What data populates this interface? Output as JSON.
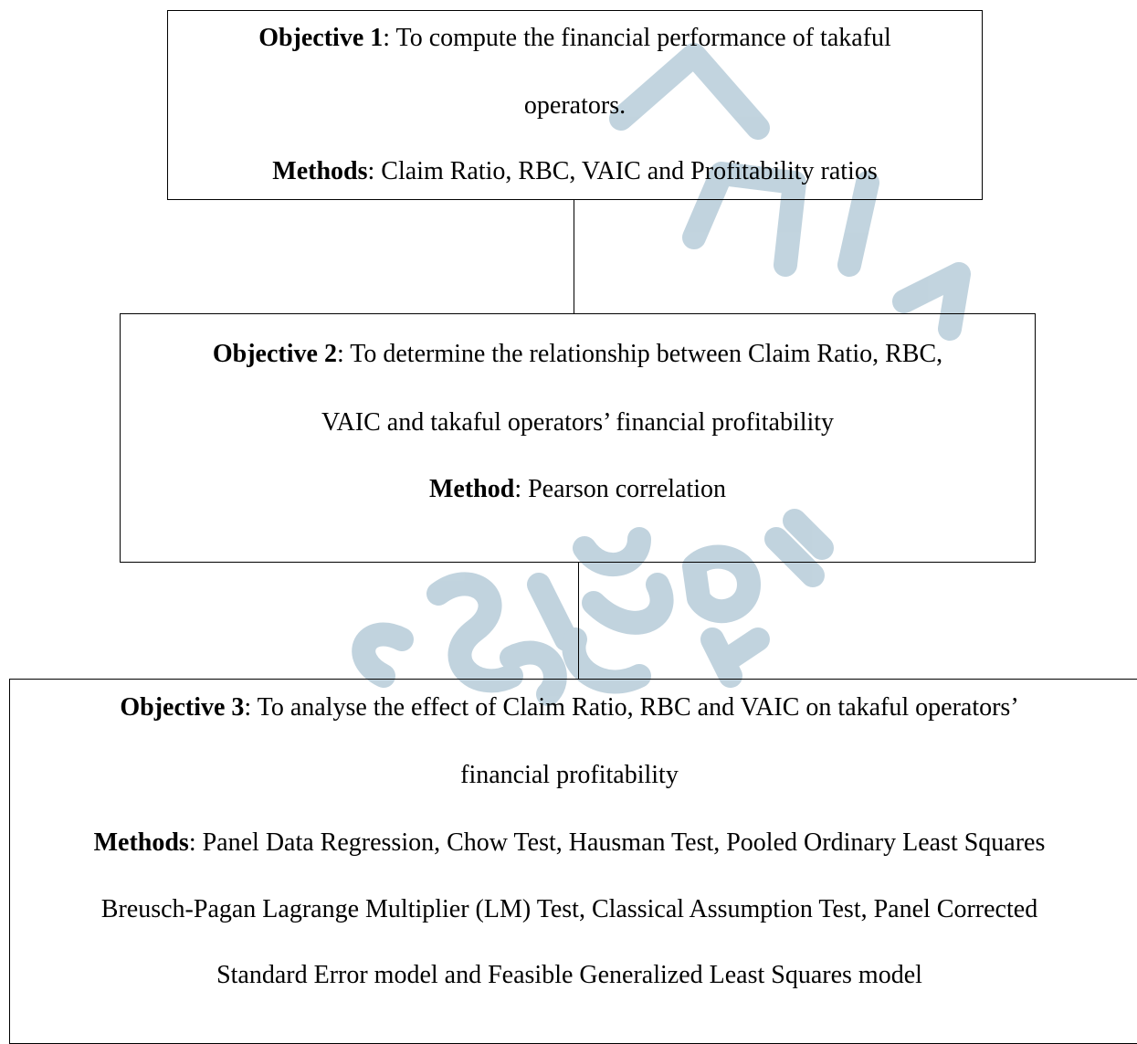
{
  "watermark_color": "#8fb0c4",
  "objective1": {
    "heading": "Objective 1",
    "text_line1": ": To compute the financial performance of takaful",
    "text_line2": "operators.",
    "methods_label": "Methods",
    "methods_text": ": Claim Ratio, RBC, VAIC and Profitability ratios"
  },
  "objective2": {
    "heading": "Objective 2",
    "text_line1": ": To determine the relationship between Claim Ratio, RBC,",
    "text_line2": "VAIC and takaful operators’ financial profitability",
    "methods_label": "Method",
    "methods_text": ": Pearson correlation"
  },
  "objective3": {
    "heading": "Objective 3",
    "text_line1": ": To analyse the effect of Claim Ratio, RBC and VAIC on takaful operators’",
    "text_line2": "financial profitability",
    "methods_label": "Methods",
    "methods_text": ": Panel Data Regression, Chow Test, Hausman Test, Pooled Ordinary Least Squares",
    "methods_line2": "Breusch-Pagan Lagrange Multiplier (LM) Test, Classical Assumption Test, Panel Corrected",
    "methods_line3": "Standard Error model and Feasible Generalized Least Squares model"
  }
}
